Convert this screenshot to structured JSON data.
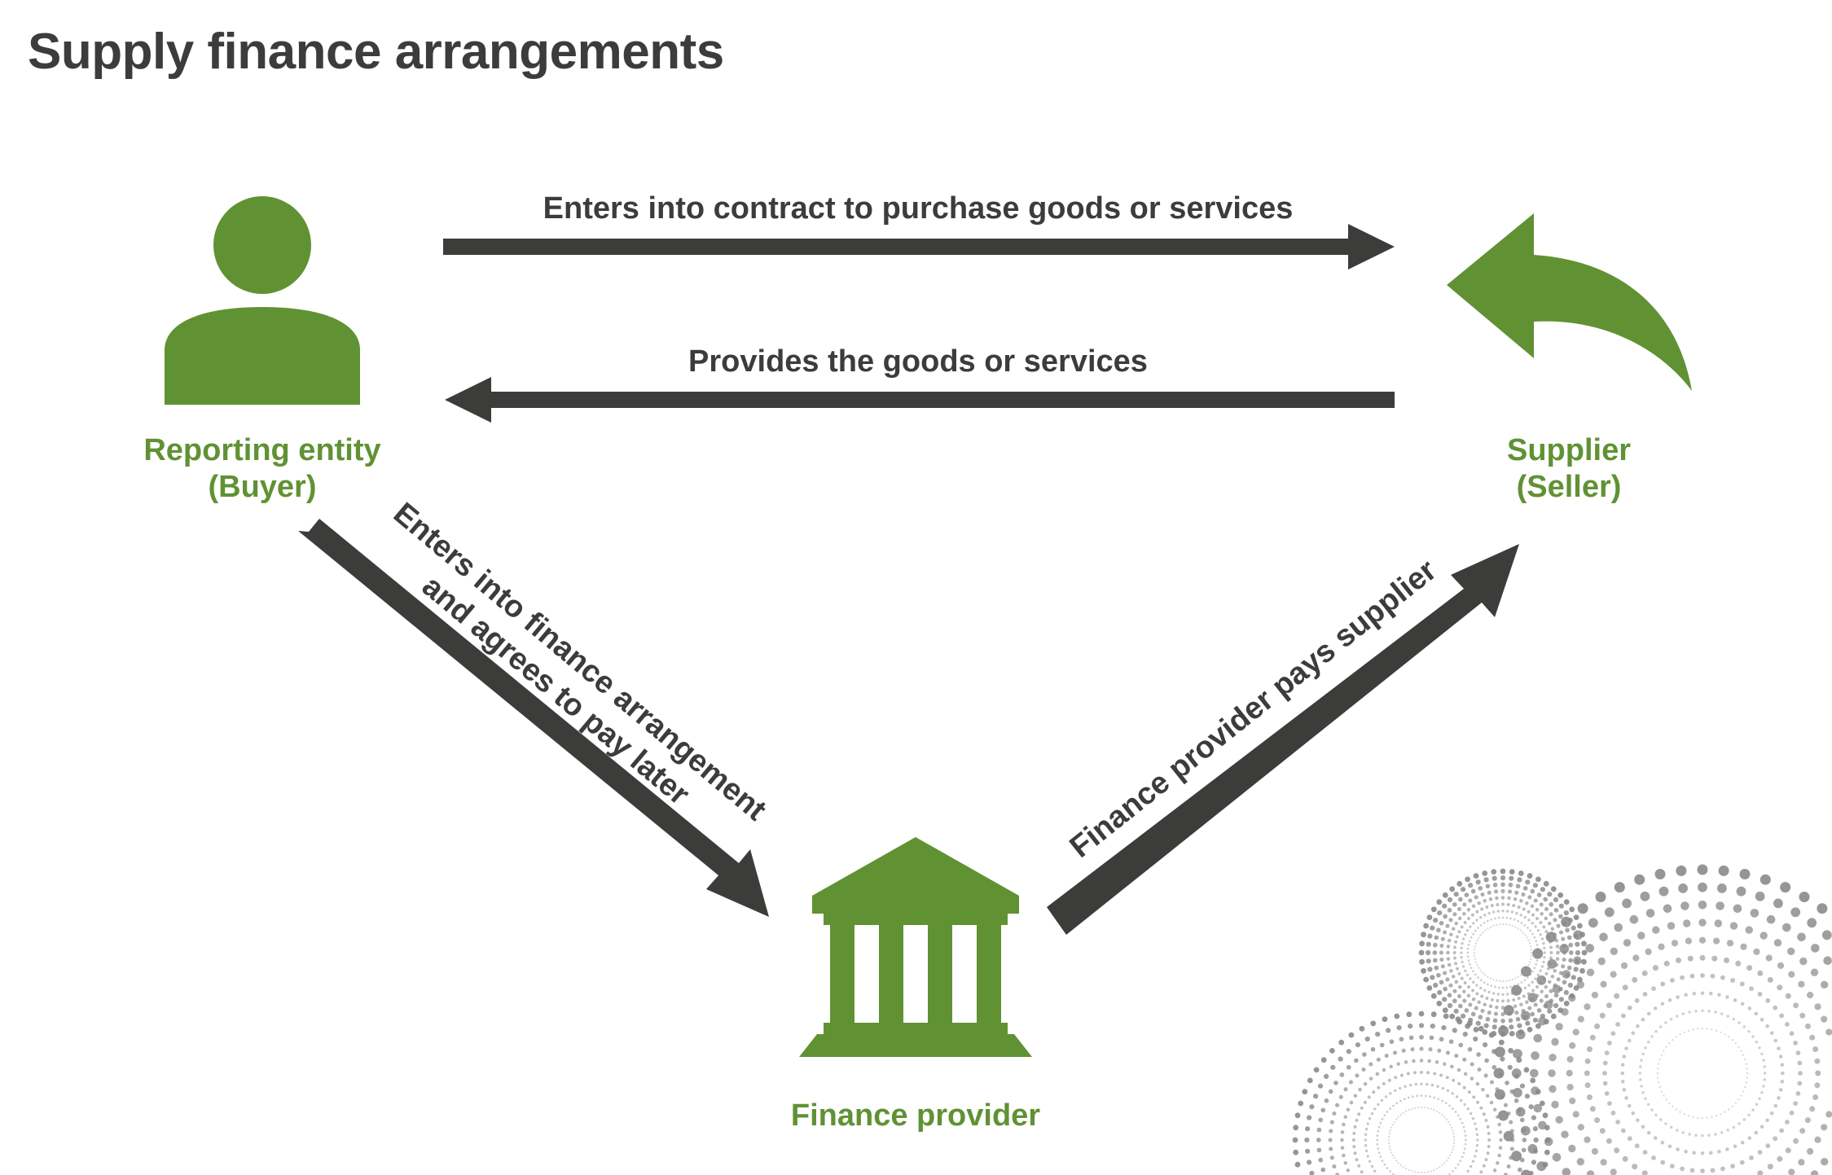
{
  "title": "Supply finance arrangements",
  "nodes": {
    "buyer": {
      "line1": "Reporting entity",
      "line2": "(Buyer)",
      "icon": "person-icon"
    },
    "supplier": {
      "line1": "Supplier",
      "line2": "(Seller)",
      "icon": "return-arrow-icon"
    },
    "provider": {
      "line1": "Finance provider",
      "icon": "bank-icon"
    }
  },
  "flows": {
    "contract": "Enters into contract to purchase goods or services",
    "goods": "Provides the goods or services",
    "finance_line1": "Enters into finance arrangement",
    "finance_line2": "and agrees to pay later",
    "pays": "Finance provider pays supplier"
  },
  "colors": {
    "green": "#609234",
    "dark": "#3c3c3a",
    "dots": "#8a8a8a"
  }
}
